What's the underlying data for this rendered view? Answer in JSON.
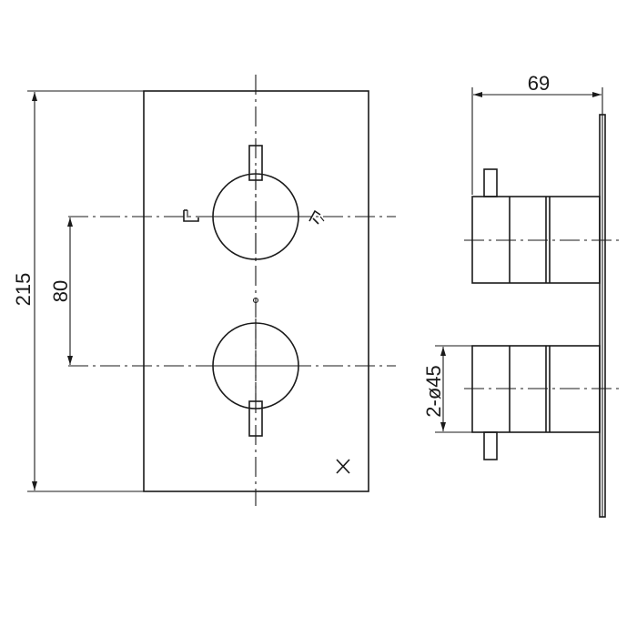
{
  "drawing": {
    "line_color": "#1a1a1a",
    "background": "#ffffff",
    "dimensions": {
      "overall_height": "215",
      "handle_spacing": "80",
      "depth": "69",
      "handle_diameter": "2-ø45"
    },
    "icons": {
      "left_outlet": "bathtub-spout-icon",
      "right_outlet": "shower-head-icon",
      "brand": "cross-logo-icon"
    }
  }
}
